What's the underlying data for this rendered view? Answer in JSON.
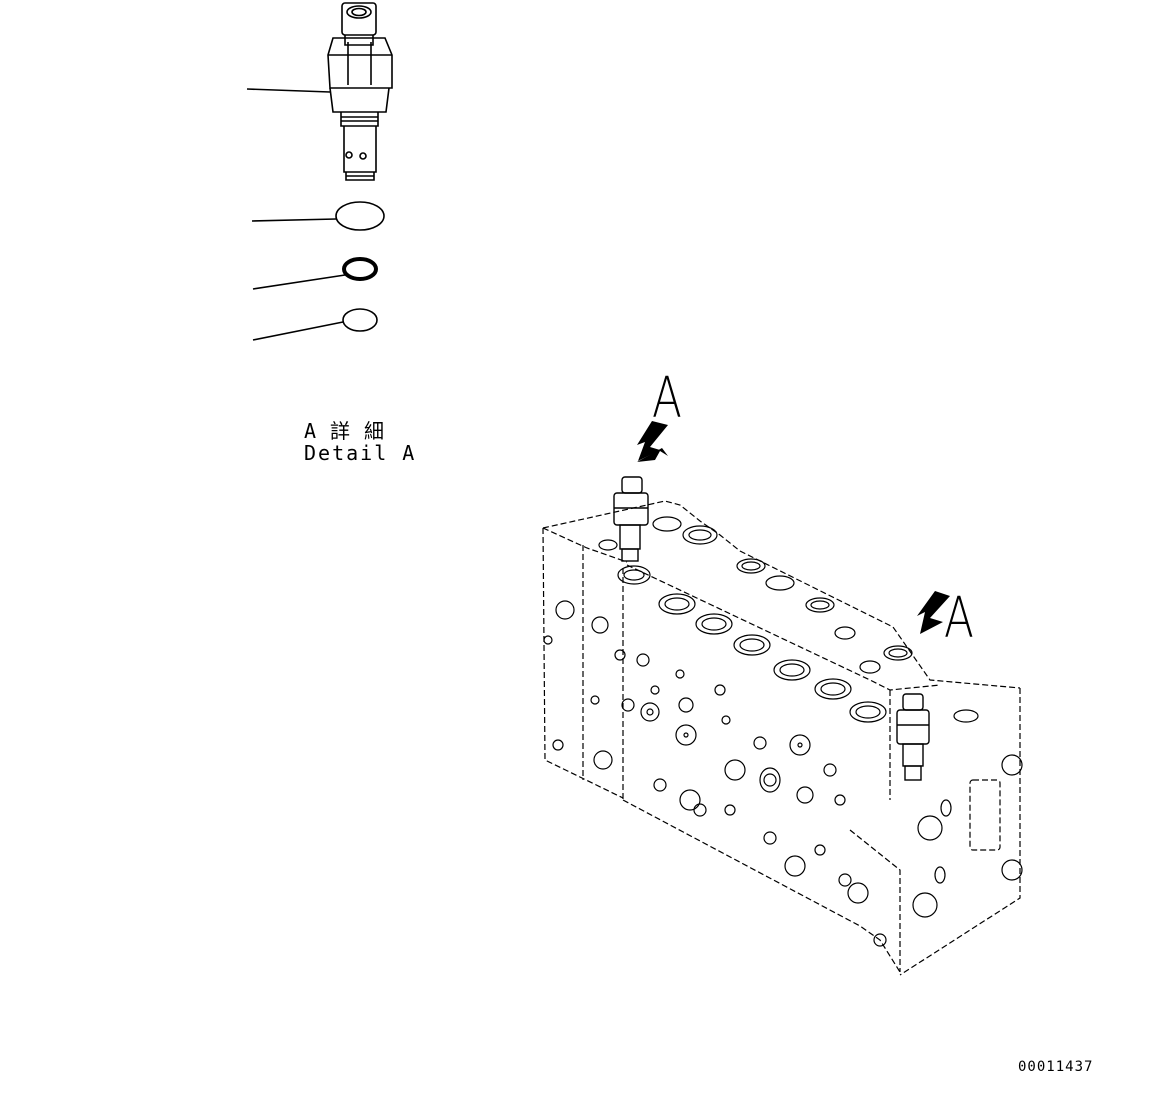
{
  "diagram": {
    "type": "exploded parts diagram",
    "detail": {
      "title_jp": "A詳細",
      "title_en": "Detail A",
      "parts": [
        {
          "id": "relief-valve-cartridge",
          "leader": true
        },
        {
          "id": "backup-ring",
          "leader": true
        },
        {
          "id": "o-ring",
          "leader": true
        },
        {
          "id": "backup-ring-small",
          "leader": true
        }
      ]
    },
    "assembly": {
      "name": "control valve block",
      "callouts": [
        {
          "label": "A"
        },
        {
          "label": "A"
        }
      ]
    },
    "reference_number": "00011437",
    "colors": {
      "line": "#000000",
      "background": "#ffffff"
    }
  }
}
